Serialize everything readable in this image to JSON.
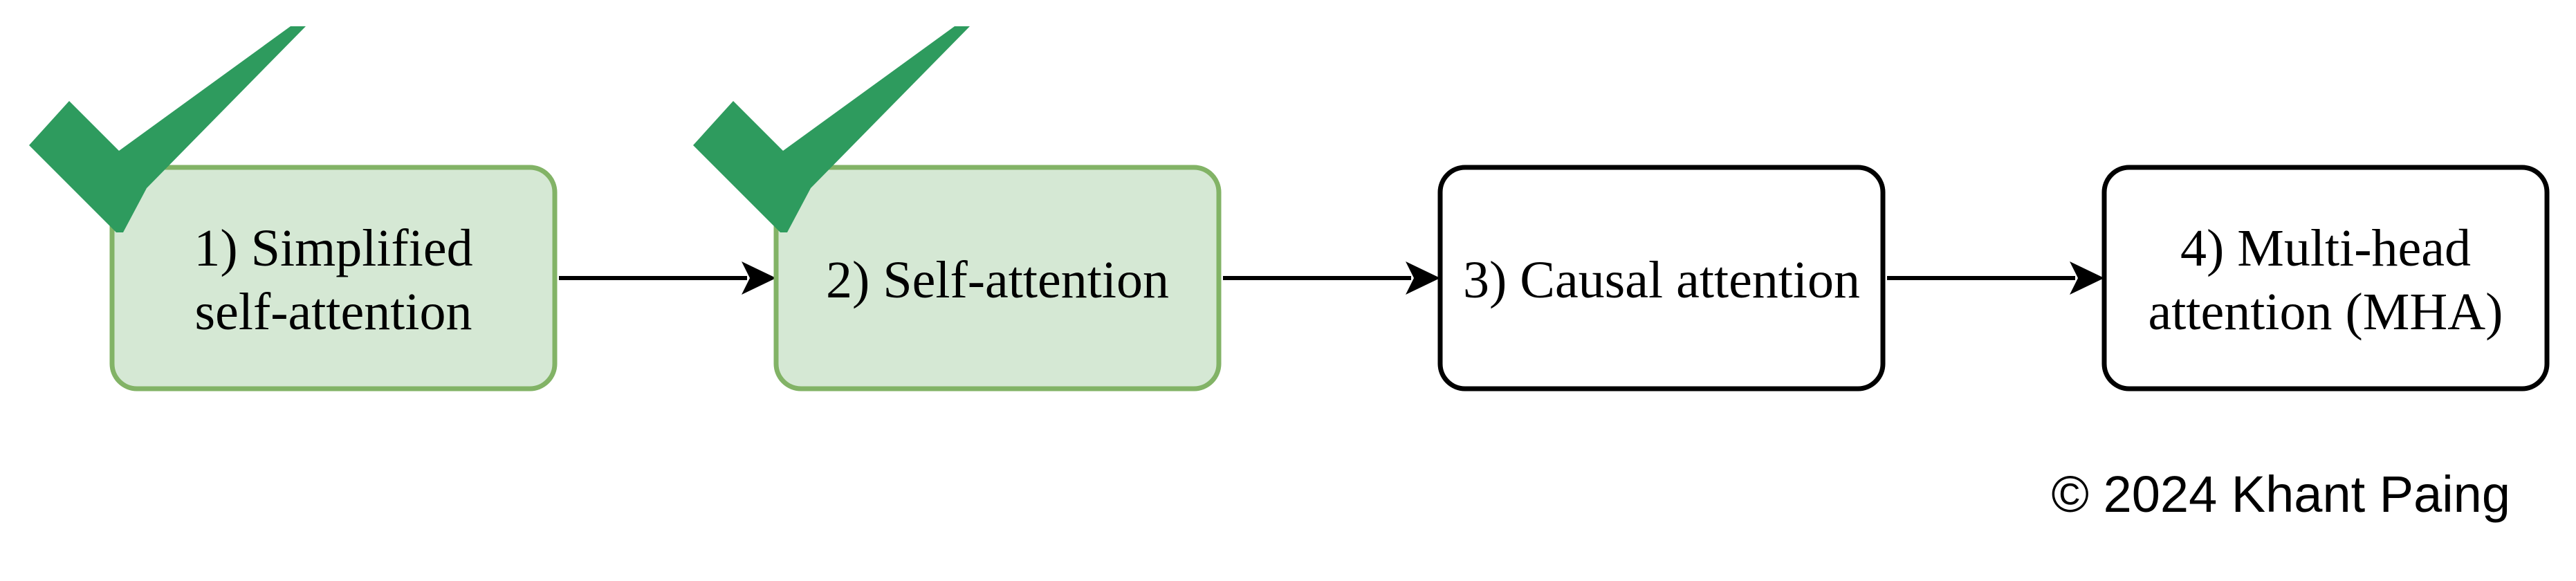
{
  "colors": {
    "done_fill": "#d5e8d4",
    "done_stroke": "#82b366",
    "pending_fill": "#ffffff",
    "pending_stroke": "#000000",
    "check": "#2e9b5e",
    "arrow": "#000000"
  },
  "steps": [
    {
      "lines": [
        "1) Simplified",
        "self-attention"
      ],
      "completed": true
    },
    {
      "lines": [
        "2) Self-attention"
      ],
      "completed": true
    },
    {
      "lines": [
        "3) Causal attention"
      ],
      "completed": false
    },
    {
      "lines": [
        "4) Multi-head",
        "attention (MHA)"
      ],
      "completed": false
    }
  ],
  "check_icon": "checkmark-icon",
  "copyright": "© 2024 Khant Paing"
}
